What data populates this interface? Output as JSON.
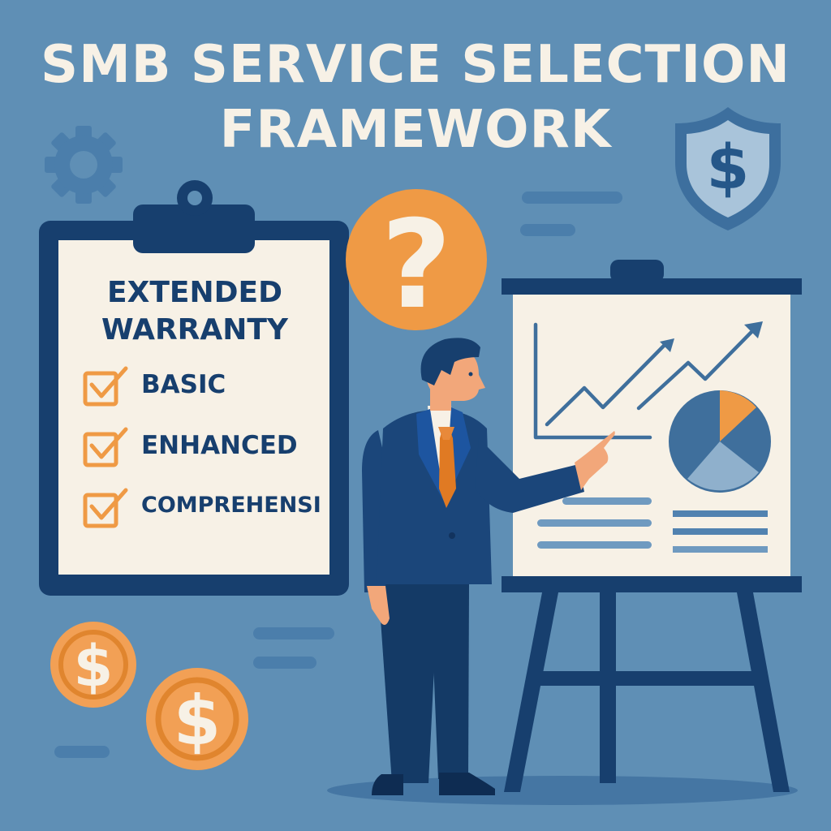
{
  "title": {
    "line1": "SMB SERVICE SELECTION",
    "line2": "FRAMEWORK"
  },
  "clipboard": {
    "heading_line1": "EXTENDED",
    "heading_line2": "WARRANTY",
    "items": [
      {
        "label": "BASIC",
        "checked": true
      },
      {
        "label": "ENHANCED",
        "checked": true
      },
      {
        "label": "COMPREHENSI",
        "checked": true
      }
    ]
  },
  "icons": {
    "gear": "gear-icon",
    "shield": "shield-dollar-icon",
    "question": "question-mark-icon",
    "coins": [
      "dollar-coin-icon",
      "dollar-coin-icon"
    ],
    "question_glyph": "?",
    "dollar_glyph": "$"
  },
  "colors": {
    "background": "#5f8fb5",
    "navy": "#173f6e",
    "mid_blue": "#3f6f9c",
    "light_blue": "#8fb0cc",
    "cream": "#f7f1e6",
    "orange": "#ef9a45",
    "orange_dark": "#e0852e"
  },
  "presentation_board": {
    "line_chart": {
      "series": "two upward zigzag trend arrows"
    },
    "pie_chart": {
      "slices": [
        "orange",
        "mid-blue",
        "light-blue",
        "mid-blue"
      ]
    }
  }
}
